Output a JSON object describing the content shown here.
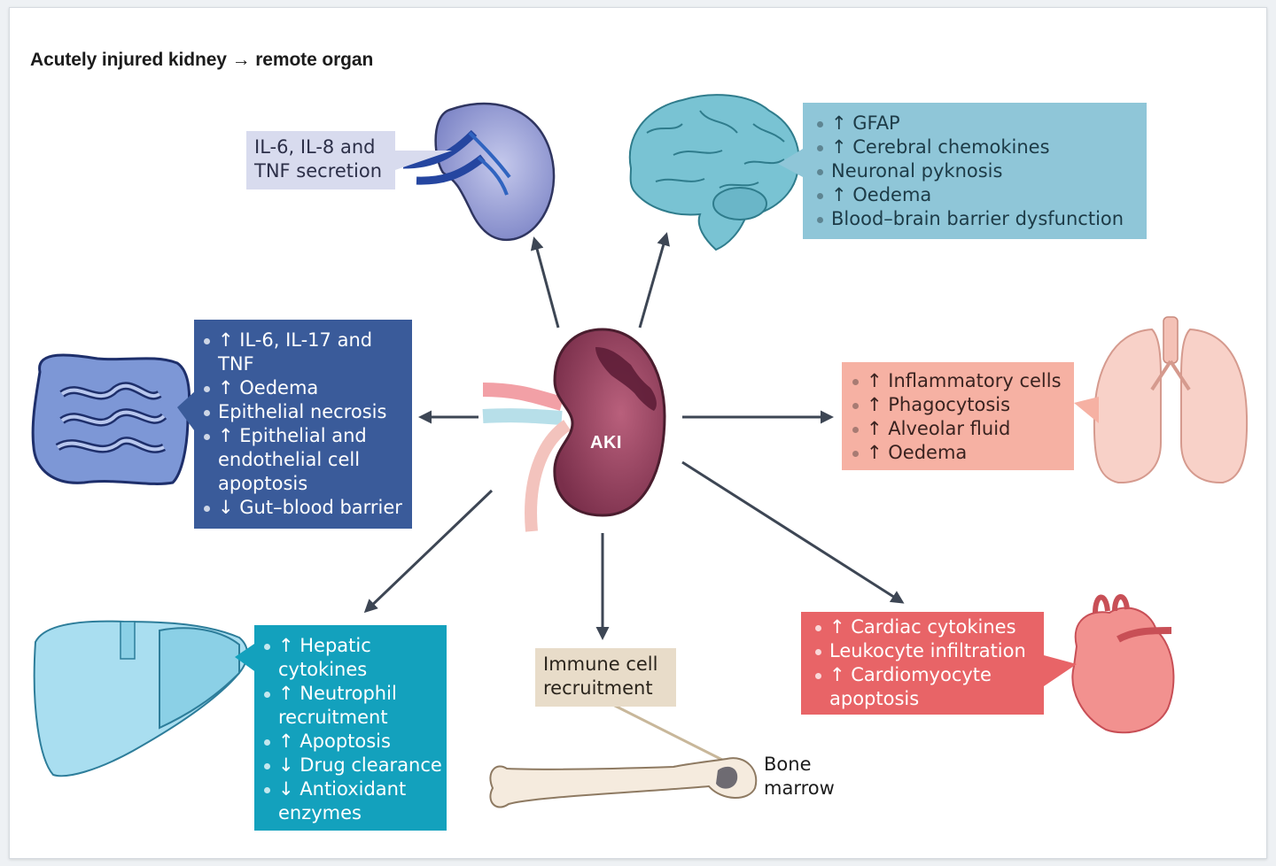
{
  "title": "Acutely injured kidney → remote organ",
  "center": {
    "label": "AKI"
  },
  "kidney": {
    "lines": [
      "IL-6, IL-8 and",
      "TNF secretion"
    ]
  },
  "brain": {
    "items": [
      "↑ GFAP",
      "↑ Cerebral chemokines",
      "Neuronal pyknosis",
      "↑ Oedema",
      "Blood–brain barrier dysfunction"
    ]
  },
  "gut": {
    "items": [
      "↑ IL-6, IL-17 and TNF",
      "↑ Oedema",
      "Epithelial necrosis",
      "↑ Epithelial and endothelial cell apoptosis",
      "↓ Gut–blood barrier"
    ]
  },
  "lung": {
    "items": [
      "↑ Inflammatory cells",
      "↑ Phagocytosis",
      "↑ Alveolar fluid",
      "↑ Oedema"
    ]
  },
  "liver": {
    "items": [
      "↑ Hepatic cytokines",
      "↑ Neutrophil recruitment",
      "↑ Apoptosis",
      "↓ Drug clearance",
      "↓ Antioxidant enzymes"
    ]
  },
  "heart": {
    "items": [
      "↑ Cardiac cytokines",
      "Leukocyte infiltration",
      "↑ Cardiomyocyte apoptosis"
    ]
  },
  "immune": {
    "lines": [
      "Immune cell",
      "recruitment"
    ]
  },
  "bone_marrow": {
    "lines": [
      "Bone",
      "marrow"
    ]
  },
  "colors": {
    "kidney_box": "#d8dbee",
    "brain_box": "#8fc6d8",
    "gut_box": "#3a5b9a",
    "lung_box": "#f6b1a3",
    "liver_box": "#13a1bd",
    "heart_box": "#e86467",
    "immune_box": "#e8dcc9",
    "aki_kidney": "#8a3a56",
    "arrow": "#3d4654"
  }
}
